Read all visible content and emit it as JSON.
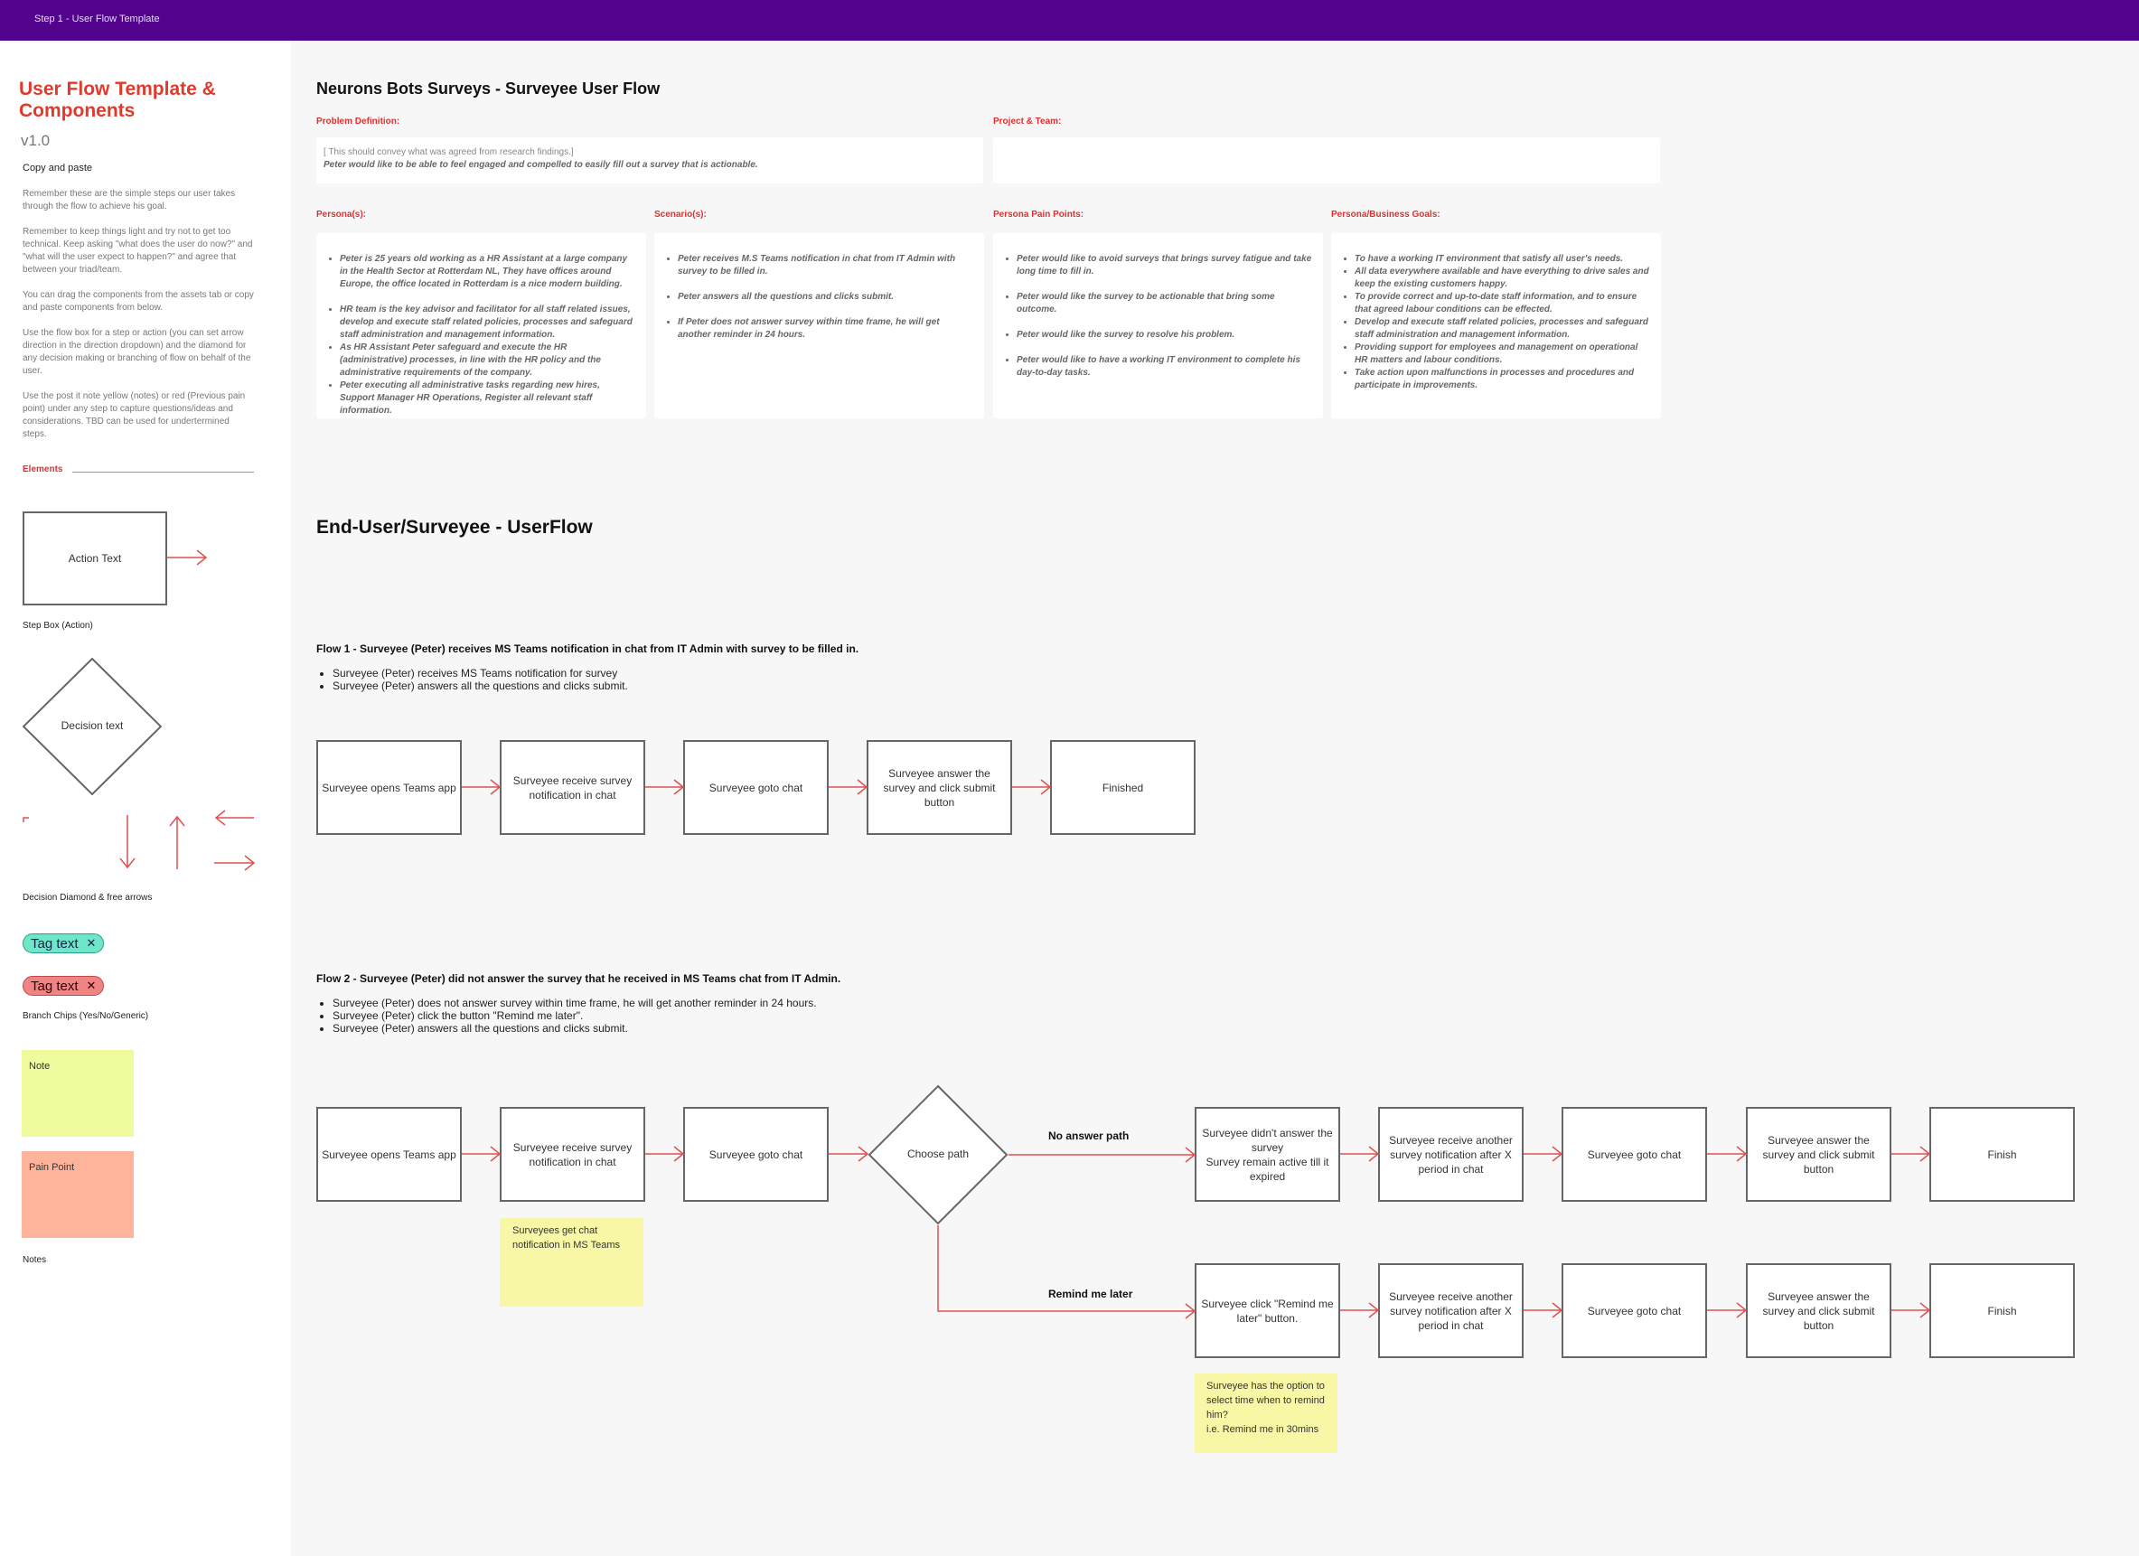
{
  "topbar": {
    "title": "Step 1 - User Flow Template"
  },
  "sidebar": {
    "title": "User Flow Template & Components",
    "version": "v1.0",
    "subtitle": "Copy and paste",
    "paragraphs": [
      "Remember these are the simple steps our user takes through the flow to achieve his goal.",
      "Remember to keep things light and try not to get too technical. Keep asking \"what does the user do now?\" and \"what will the user expect to happen?\" and agree that between your triad/team.",
      "You can drag the components from the assets tab or copy and paste components from below.",
      "Use the flow box for a step or action (you can set arrow direction in the direction dropdown) and the diamond for any decision making or branching of flow on behalf of the user.",
      "Use the post it note yellow (notes) or red (Previous pain point) under any step to capture questions/ideas and considerations. TBD can be used for undertermined steps."
    ],
    "elements_label": "Elements",
    "action_text": "Action Text",
    "step_box_label": "Step Box (Action)",
    "decision_text": "Decision text",
    "decision_label": "Decision Diamond & free arrows",
    "tag_text_1": "Tag text",
    "tag_text_2": "Tag text",
    "branch_label": "Branch Chips (Yes/No/Generic)",
    "note": "Note",
    "pain_point": "Pain Point",
    "notes_label": "Notes"
  },
  "main": {
    "title": "Neurons Bots Surveys - Surveyee User Flow",
    "problem_label": "Problem Definition:",
    "problem_hint": "[ This should convey what was agreed from research findings.]",
    "problem_text": "Peter would like to be able to feel engaged and compelled to easily fill out a survey that is actionable.",
    "project_label": "Project & Team:",
    "persona_label": "Persona(s):",
    "persona_items": [
      "Peter is 25 years old working as a  HR Assistant at a large company in the Health Sector at Rotterdam NL, They have offices around Europe, the office located in Rotterdam is a nice modern building.",
      "HR team is the key advisor and facilitator for all staff related issues, develop and execute staff related policies, processes and safeguard staff administration and management information.",
      "As HR Assistant Peter safeguard and execute the HR (administrative) processes, in line with the HR policy and the administrative requirements of the company.",
      "Peter executing all administrative tasks regarding new hires, Support Manager HR Operations, Register all relevant staff information."
    ],
    "scenario_label": "Scenario(s):",
    "scenario_items": [
      "Peter receives M.S Teams notification in chat from IT Admin with survey to be filled in.",
      "Peter answers all the questions and clicks submit.",
      "If Peter does not answer survey within time frame, he will get another reminder in 24 hours."
    ],
    "pain_label": "Persona Pain Points:",
    "pain_items": [
      "Peter would like to avoid surveys that brings survey fatigue and take long time to fill in.",
      "Peter would like the survey to be actionable that bring some outcome.",
      "Peter would like the survey to resolve his problem.",
      "Peter would like to have a working IT environment to complete his day-to-day tasks."
    ],
    "goals_label": "Persona/Business Goals:",
    "goals_items": [
      "To have a working IT environment that satisfy all user's needs.",
      "All data everywhere available and have everything to drive sales and keep the existing customers happy.",
      "To provide correct and up-to-date staff information, and to ensure that agreed labour conditions can be effected.",
      "Develop and execute staff related policies, processes and safeguard staff administration and management information.",
      "Providing support for employees and management on operational HR matters and labour conditions.",
      "Take action upon malfunctions in processes and procedures and participate in improvements."
    ],
    "userflow_title": "End-User/Surveyee - UserFlow"
  },
  "flow1": {
    "title": "Flow 1 - Surveyee (Peter) receives MS Teams notification in chat from IT Admin with survey to be filled in.",
    "bullets": [
      "Surveyee (Peter) receives MS Teams notification for survey",
      "Surveyee (Peter) answers all the questions and clicks submit."
    ],
    "steps": [
      "Surveyee opens Teams app",
      "Surveyee receive survey notification in chat",
      "Surveyee goto chat",
      "Surveyee answer the survey and click submit button",
      "Finished"
    ]
  },
  "flow2": {
    "title": "Flow 2 - Surveyee (Peter) did not answer the survey that he received in MS Teams chat from IT Admin.",
    "bullets": [
      "Surveyee (Peter) does not answer survey within time frame, he will get another reminder in 24 hours.",
      "Surveyee (Peter) click the button \"Remind me later\".",
      "Surveyee (Peter) answers all the questions and clicks submit."
    ],
    "steps": [
      "Surveyee opens Teams app",
      "Surveyee receive survey notification in chat",
      "Surveyee goto chat"
    ],
    "decision": "Choose path",
    "path1_label": "No answer path",
    "path1_steps": [
      "Surveyee didn't answer the survey\nSurvey remain active till it expired",
      "Surveyee receive another survey notification after X period in chat",
      "Surveyee goto chat",
      "Surveyee answer the survey and click submit button",
      "Finish"
    ],
    "path2_label": "Remind me later",
    "path2_steps": [
      "Surveyee click \"Remind me later\" button.",
      "Surveyee receive another survey notification after X period in chat",
      "Surveyee goto chat",
      "Surveyee answer the survey and click submit button",
      "Finish"
    ],
    "note1": "Surveyees get chat notification in MS Teams",
    "note2": "Surveyee has the option to select time when to remind him?\ni.e. Remind me in 30mins"
  },
  "colors": {
    "topbar": "#52028c",
    "accent_red": "#e03030",
    "arrow": "#e05050",
    "note_yellow": "#f7f7a6",
    "pain_orange": "#ffb39a",
    "tag_green": "#6ee6c9",
    "tag_red": "#f08484"
  }
}
